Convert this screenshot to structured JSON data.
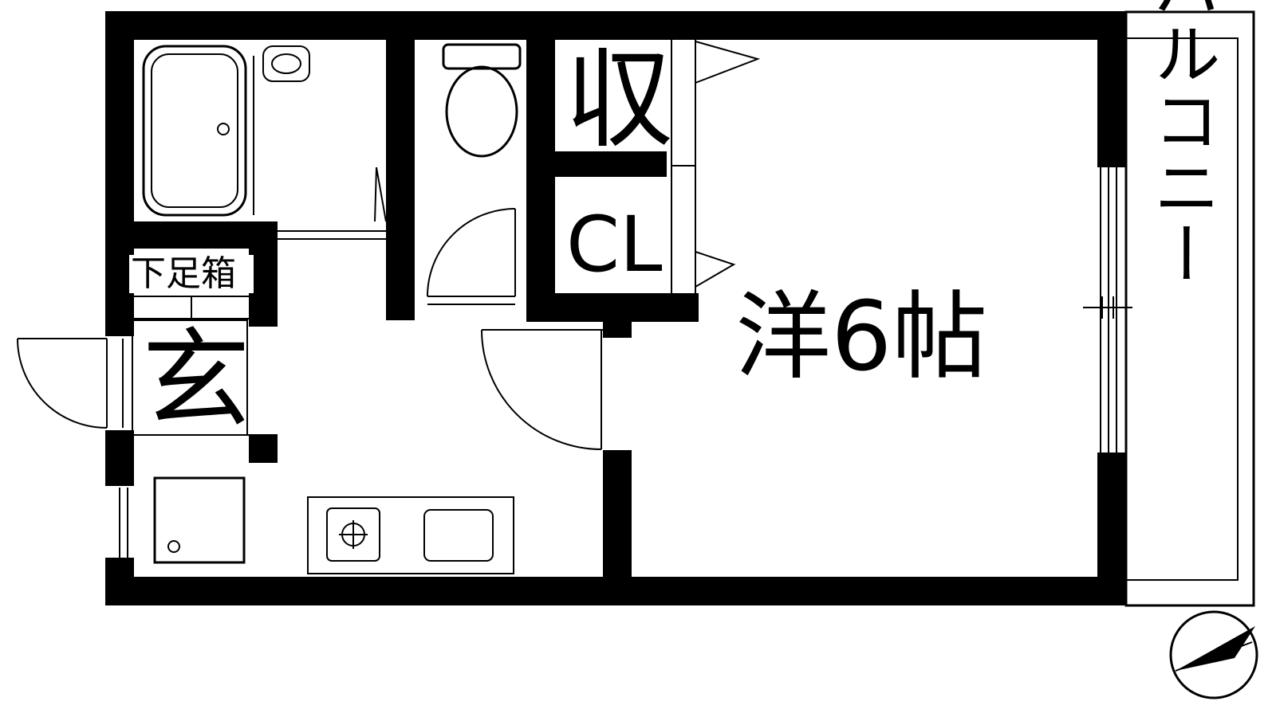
{
  "rooms": {
    "western_room": "洋6帖",
    "storage": "収",
    "closet": "CL",
    "entrance": "玄",
    "shoe_box": "下足箱",
    "balcony": "バルコニー"
  },
  "icons": {
    "compass": "north-arrow-icon",
    "bathtub": "bathtub-icon",
    "toilet": "toilet-icon",
    "washbasin": "washbasin-icon",
    "stove": "gas-stove-icon",
    "sink": "kitchen-sink-icon",
    "washer": "washing-machine-icon"
  },
  "colors": {
    "wall": "#000000",
    "background": "#ffffff"
  }
}
